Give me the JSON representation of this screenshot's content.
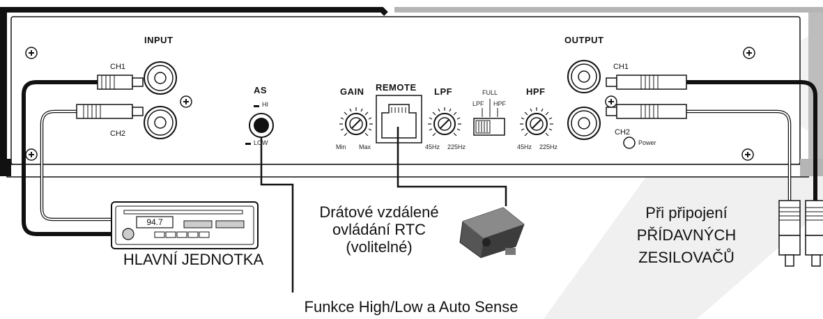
{
  "panel": {
    "input_title": "INPUT",
    "output_title": "OUTPUT",
    "input_ch1": "CH1",
    "input_ch2": "CH2",
    "output_ch1": "CH1",
    "output_ch2": "CH2",
    "as_title": "AS",
    "as_hi": "HI",
    "as_low": "LOW",
    "gain_title": "GAIN",
    "gain_min": "Min",
    "gain_max": "Max",
    "remote_title": "REMOTE",
    "lpf_title": "LPF",
    "lpf_min": "45Hz",
    "lpf_max": "225Hz",
    "switch_full": "FULL",
    "switch_lpf": "LPF",
    "switch_hpf": "HPF",
    "hpf_title": "HPF",
    "hpf_min": "45Hz",
    "hpf_max": "225Hz",
    "power_label": "Power"
  },
  "head_unit": {
    "display": "94.7",
    "label": "HLAVNÍ JEDNOTKA"
  },
  "captions": {
    "rtc_line1": "Drátové vzdálené",
    "rtc_line2": "ovládání RTC",
    "rtc_line3": "(volitelné)",
    "amp_line1": "Při připojení",
    "amp_line2": "PŘÍDAVNÝCH",
    "amp_line3": "ZESILOVAČŮ",
    "bottom": "Funkce High/Low a Auto Sense"
  },
  "colors": {
    "chassis_outline": "#111111",
    "chassis_gray": "#b5b5b5",
    "watermark": "#eeeeee"
  }
}
